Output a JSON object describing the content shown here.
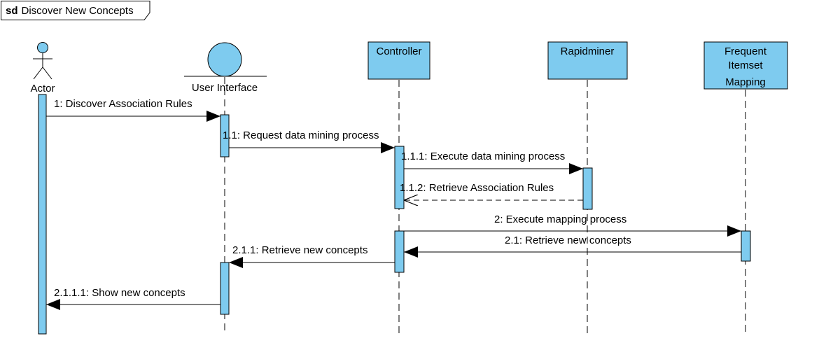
{
  "frame": {
    "keyword": "sd",
    "name": "Discover New Concepts"
  },
  "colors": {
    "fill": "#7ecbef",
    "stroke": "#000000",
    "background": "#ffffff"
  },
  "lifelines": [
    {
      "id": "actor",
      "kind": "actor",
      "label": "Actor"
    },
    {
      "id": "ui",
      "kind": "boundary",
      "label": "User Interface"
    },
    {
      "id": "controller",
      "kind": "box",
      "label": "Controller"
    },
    {
      "id": "rapidminer",
      "kind": "box",
      "label": "Rapidminer"
    },
    {
      "id": "mapping",
      "kind": "box",
      "label": [
        "Frequent",
        "Itemset",
        "Mapping"
      ]
    }
  ],
  "messages": [
    {
      "id": "m1",
      "label": "1: Discover Association Rules",
      "from": "actor",
      "to": "ui",
      "type": "sync"
    },
    {
      "id": "m11",
      "label": "1.1: Request data mining process",
      "from": "ui",
      "to": "controller",
      "type": "sync"
    },
    {
      "id": "m111",
      "label": "1.1.1: Execute data mining process",
      "from": "controller",
      "to": "rapidminer",
      "type": "sync"
    },
    {
      "id": "m112",
      "label": "1.1.2: Retrieve Association Rules",
      "from": "rapidminer",
      "to": "controller",
      "type": "return"
    },
    {
      "id": "m2",
      "label": "2: Execute mapping process",
      "from": "controller",
      "to": "mapping",
      "type": "sync"
    },
    {
      "id": "m21",
      "label": "2.1: Retrieve new concepts",
      "from": "mapping",
      "to": "controller",
      "type": "sync"
    },
    {
      "id": "m211",
      "label": "2.1.1: Retrieve new concepts",
      "from": "controller",
      "to": "ui",
      "type": "sync"
    },
    {
      "id": "m2111",
      "label": "2.1.1.1: Show new concepts",
      "from": "ui",
      "to": "actor",
      "type": "sync"
    }
  ]
}
